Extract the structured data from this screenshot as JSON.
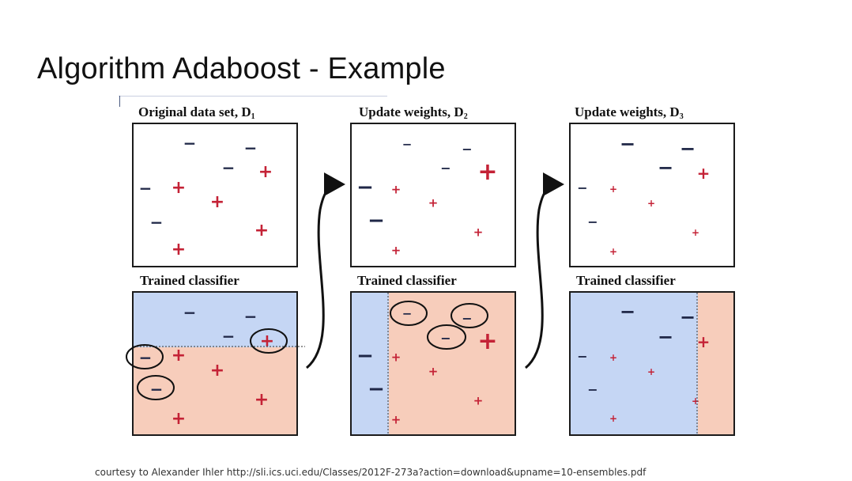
{
  "title": "Algorithm Adaboost - Example",
  "footer": "courtesy to Alexander Ihler http://sli.ics.uci.edu/Classes/2012F-273a?action=download&upname=10-ensembles.pdf",
  "colors": {
    "region_negative": "#c5d6f4",
    "region_positive": "#f7cdbb",
    "plus": "#c42236",
    "minus": "#1f2747"
  },
  "panels": [
    {
      "label": "Original data set,",
      "sub": "D",
      "index": "1"
    },
    {
      "label": "Update weights,",
      "sub": "D",
      "index": "2"
    },
    {
      "label": "Update weights,",
      "sub": "D",
      "index": "3"
    }
  ],
  "classifier_label": "Trained classifier",
  "symbols": {
    "plus": "+",
    "minus": "−"
  },
  "icons": {
    "arrow": "curved-arrow-icon",
    "circle": "misclassified-circle-icon"
  }
}
